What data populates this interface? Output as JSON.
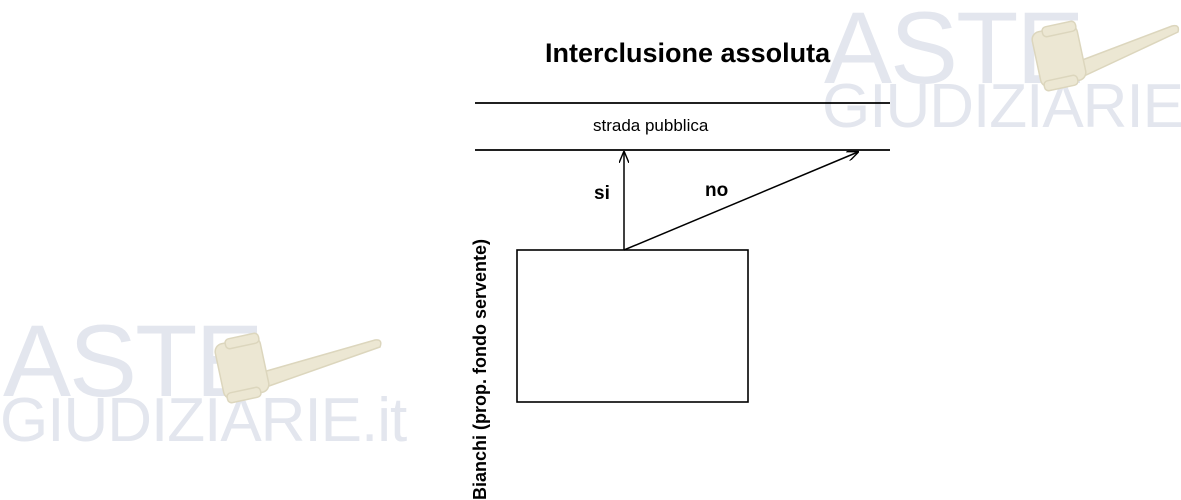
{
  "diagram": {
    "title": "Interclusione assoluta",
    "road_label": "strada pubblica",
    "arrow_yes_label": "si",
    "arrow_no_label": "no",
    "side_label": "Bianchi (prop. fondo servente)"
  },
  "watermarks": [
    {
      "brand": "ASTE",
      "domain": "GIUDIZIARIE.it",
      "icon": "gavel-icon",
      "color": "#e3e6ee"
    },
    {
      "brand": "ASTE",
      "domain": "GIUDIZIARIE.it",
      "icon": "gavel-icon",
      "color": "#e3e6ee"
    }
  ]
}
